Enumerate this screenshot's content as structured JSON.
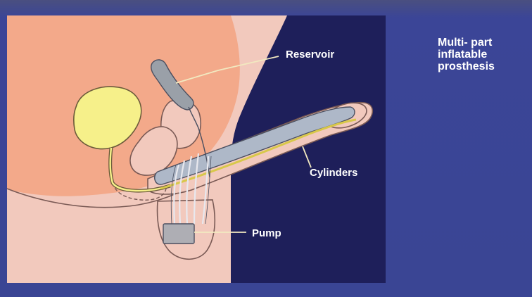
{
  "slide": {
    "title_lines": [
      "Multi- part",
      "inflatable",
      "prosthesis"
    ]
  },
  "figure": {
    "labels": {
      "reservoir": "Reservoir",
      "cylinders": "Cylinders",
      "pump": "Pump"
    }
  },
  "colors": {
    "slide_background": "#3a4594",
    "figure_background": "#1e1f5a",
    "tissue_pink": "#f2c9bd",
    "body_peach": "#f3a98a",
    "bladder_yellow": "#f6f08a",
    "device_gray": "#aeb8c8",
    "label_text": "#ffffff"
  }
}
